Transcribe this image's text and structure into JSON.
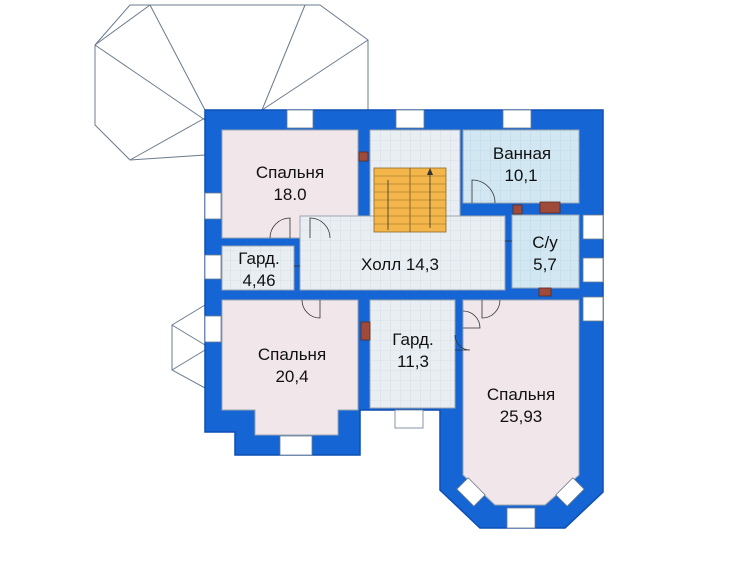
{
  "colors": {
    "wall": "#1565d4",
    "wall_dark": "#0d4fb3",
    "bedroom": "#f1e6ea",
    "tile": "#e9eef2",
    "bath": "#d2e7f2",
    "stairs": "#f4b64a",
    "roof_line": "#6b7b8c"
  },
  "rooms": [
    {
      "id": "bedroom-nw",
      "name": "Спальня",
      "area": "18,0"
    },
    {
      "id": "bathroom",
      "name": "Ванная",
      "area": "10,1"
    },
    {
      "id": "wardrobe-small",
      "name": "Гард.",
      "area": "4,46"
    },
    {
      "id": "hall",
      "name": "Холл",
      "area": "14,3"
    },
    {
      "id": "wc",
      "name": "С/у",
      "area": "5,7"
    },
    {
      "id": "bedroom-sw",
      "name": "Спальня",
      "area": "20,4"
    },
    {
      "id": "wardrobe-large",
      "name": "Гард.",
      "area": "11,3"
    },
    {
      "id": "bedroom-se",
      "name": "Спальня",
      "area": "25,93"
    }
  ],
  "labels": {
    "bedroom_nw_name": "Спальня",
    "bedroom_nw_area": "18.0",
    "bathroom_name": "Ванная",
    "bathroom_area": "10,1",
    "wardrobe_small_name": "Гард.",
    "wardrobe_small_area": "4,46",
    "hall_label": "Холл 14,3",
    "wc_name": "С/у",
    "wc_area": "5,7",
    "bedroom_sw_name": "Спальня",
    "bedroom_sw_area": "20,4",
    "wardrobe_large_name": "Гард.",
    "wardrobe_large_area": "11,3",
    "bedroom_se_name": "Спальня",
    "bedroom_se_area": "25,93"
  }
}
